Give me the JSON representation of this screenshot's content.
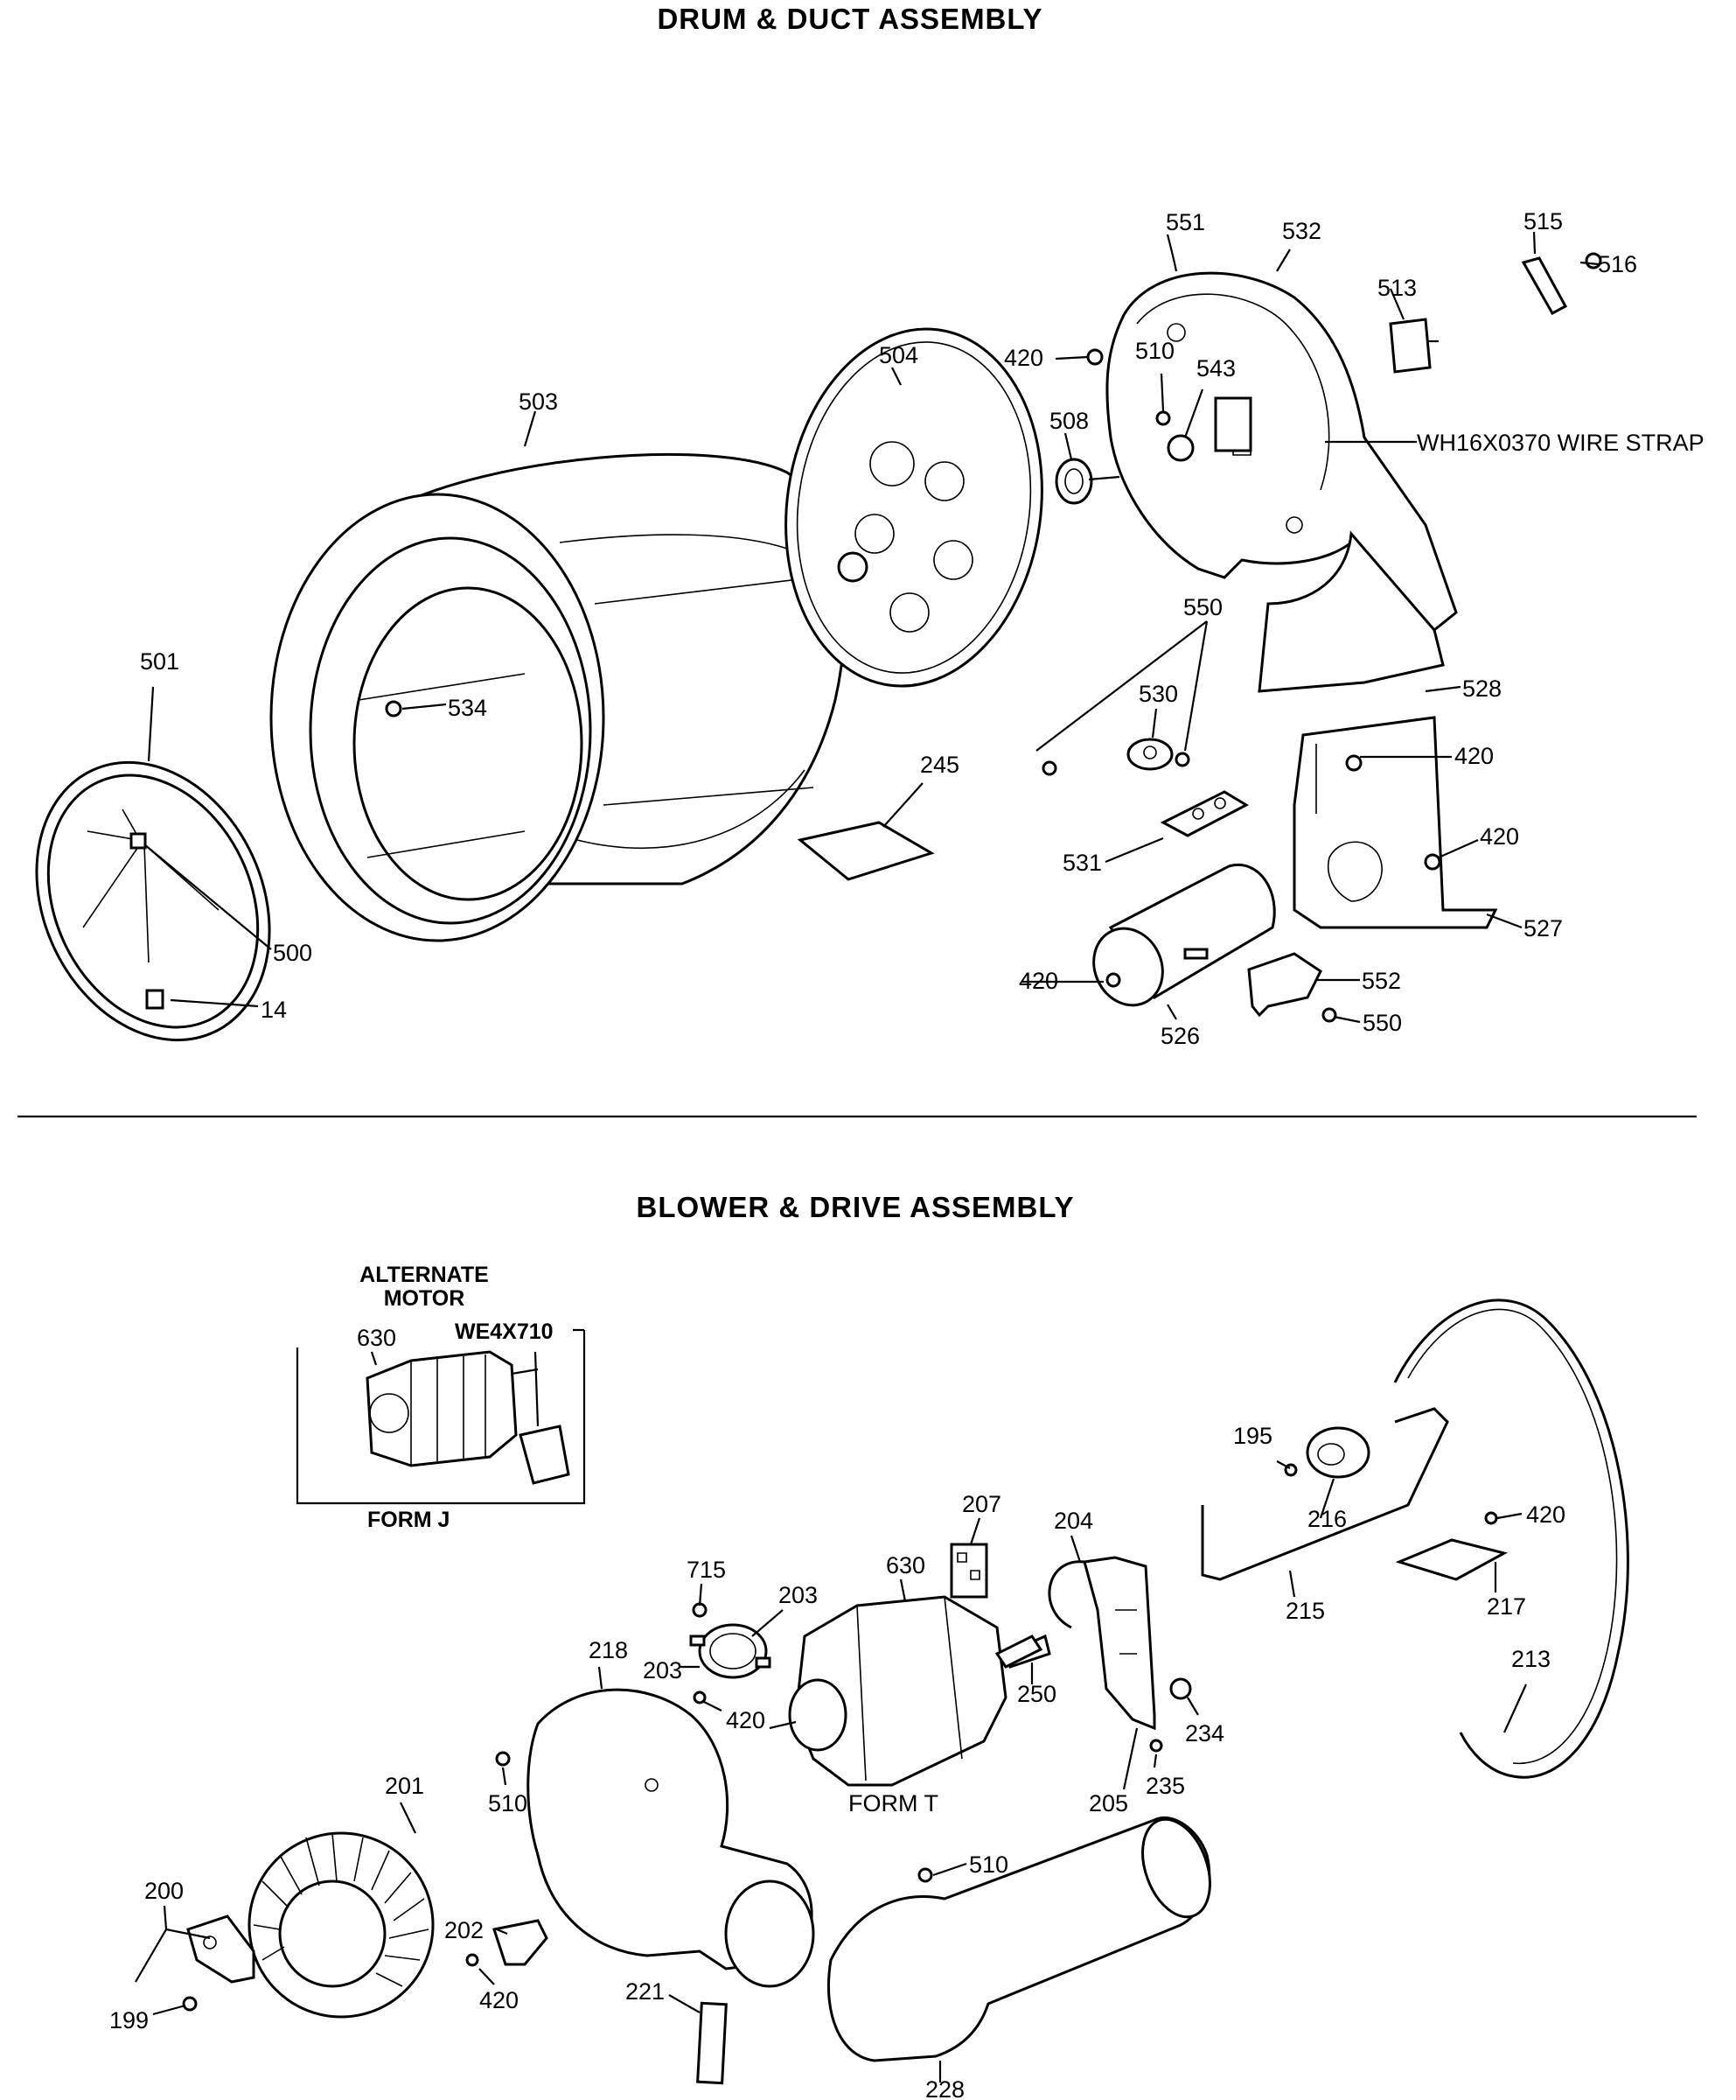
{
  "sections": {
    "drum_title": "DRUM & DUCT ASSEMBLY",
    "blower_title": "BLOWER & DRIVE ASSEMBLY",
    "alternate_motor": [
      "ALTERNATE",
      "MOTOR"
    ],
    "we_part": "WE4X710",
    "form_j": "FORM J",
    "form_t": "FORM T",
    "wire_strap": "WH16X0370 WIRE STRAP"
  },
  "drum_labels": {
    "l551": "551",
    "l532": "532",
    "l515": "515",
    "l516": "516",
    "l513": "513",
    "l504": "504",
    "l420a": "420",
    "l510": "510",
    "l543": "543",
    "l503": "503",
    "l508": "508",
    "l550a": "550",
    "l530": "530",
    "l528": "528",
    "l501": "501",
    "l534": "534",
    "l245": "245",
    "l420b": "420",
    "l420c": "420",
    "l531": "531",
    "l527": "527",
    "l500": "500",
    "l420d": "420",
    "l552": "552",
    "l550b": "550",
    "l526": "526",
    "l14": "14"
  },
  "blower_labels": {
    "l630a": "630",
    "l195": "195",
    "l420a": "420",
    "l216": "216",
    "l207": "207",
    "l204": "204",
    "l715": "715",
    "l630b": "630",
    "l203a": "203",
    "l215": "215",
    "l217": "217",
    "l213": "213",
    "l218": "218",
    "l203b": "203",
    "l250": "250",
    "l420b": "420",
    "l234": "234",
    "l235": "235",
    "l205": "205",
    "l201": "201",
    "l510a": "510",
    "l510b": "510",
    "l200": "200",
    "l202": "202",
    "l199": "199",
    "l420c": "420",
    "l221": "221",
    "l228": "228"
  }
}
